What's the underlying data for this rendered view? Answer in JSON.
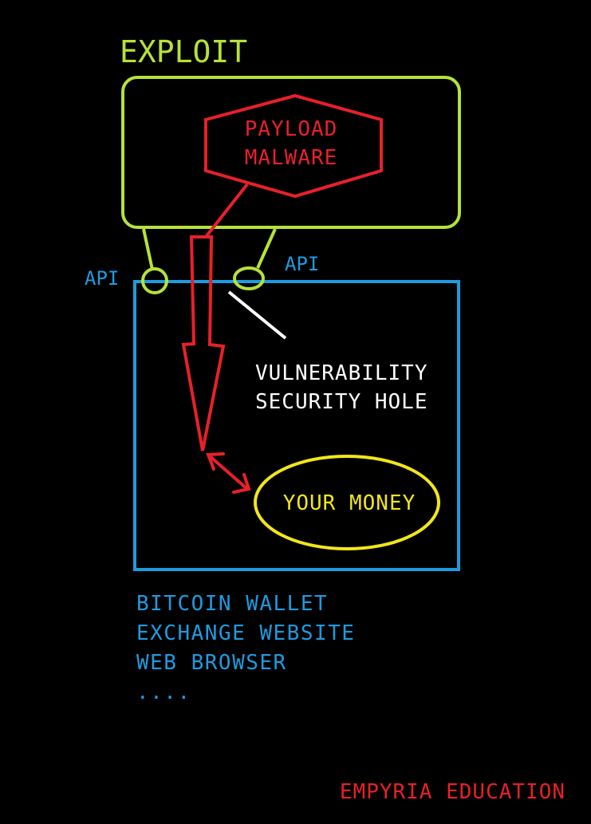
{
  "exploit": {
    "title": "EXPLOIT"
  },
  "payload": {
    "line1": "PAYLOAD",
    "line2": "MALWARE"
  },
  "api": {
    "left_label": "API",
    "right_label": "API"
  },
  "vulnerability": {
    "line1": "VULNERABILITY",
    "line2": "SECURITY HOLE"
  },
  "target": {
    "label": "YOUR MONEY"
  },
  "examples": {
    "items": [
      "BITCOIN WALLET",
      "EXCHANGE WEBSITE",
      "WEB BROWSER",
      "...."
    ]
  },
  "footer": {
    "brand": "EMPYRIA EDUCATION"
  },
  "colors": {
    "background": "#000000",
    "exploit": "#b5e23a",
    "payload": "#e8202a",
    "application": "#1e9be0",
    "vulnerability": "#ffffff",
    "money": "#f2e61c"
  }
}
